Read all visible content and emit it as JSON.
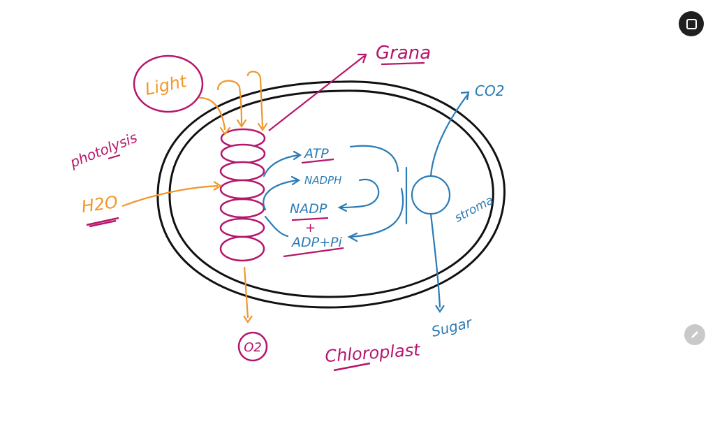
{
  "colors": {
    "magenta": "#b5166b",
    "orange": "#f0972a",
    "blue": "#2a7bb5",
    "outline": "#111111"
  },
  "labels": {
    "light": "Light",
    "grana": "Grana",
    "photolysis": "photolysis",
    "h2o": "H2O",
    "o2": "O2",
    "atp": "ATP",
    "nadph": "NADPH",
    "nadp": "NADP",
    "plus": "+",
    "adp_pi": "ADP+Pi",
    "co2": "CO2",
    "stroma": "stroma",
    "sugar": "Sugar",
    "chloroplast": "Chloroplast"
  },
  "controls": {
    "expand_icon": "expand-icon",
    "pencil_icon": "pencil-icon"
  }
}
